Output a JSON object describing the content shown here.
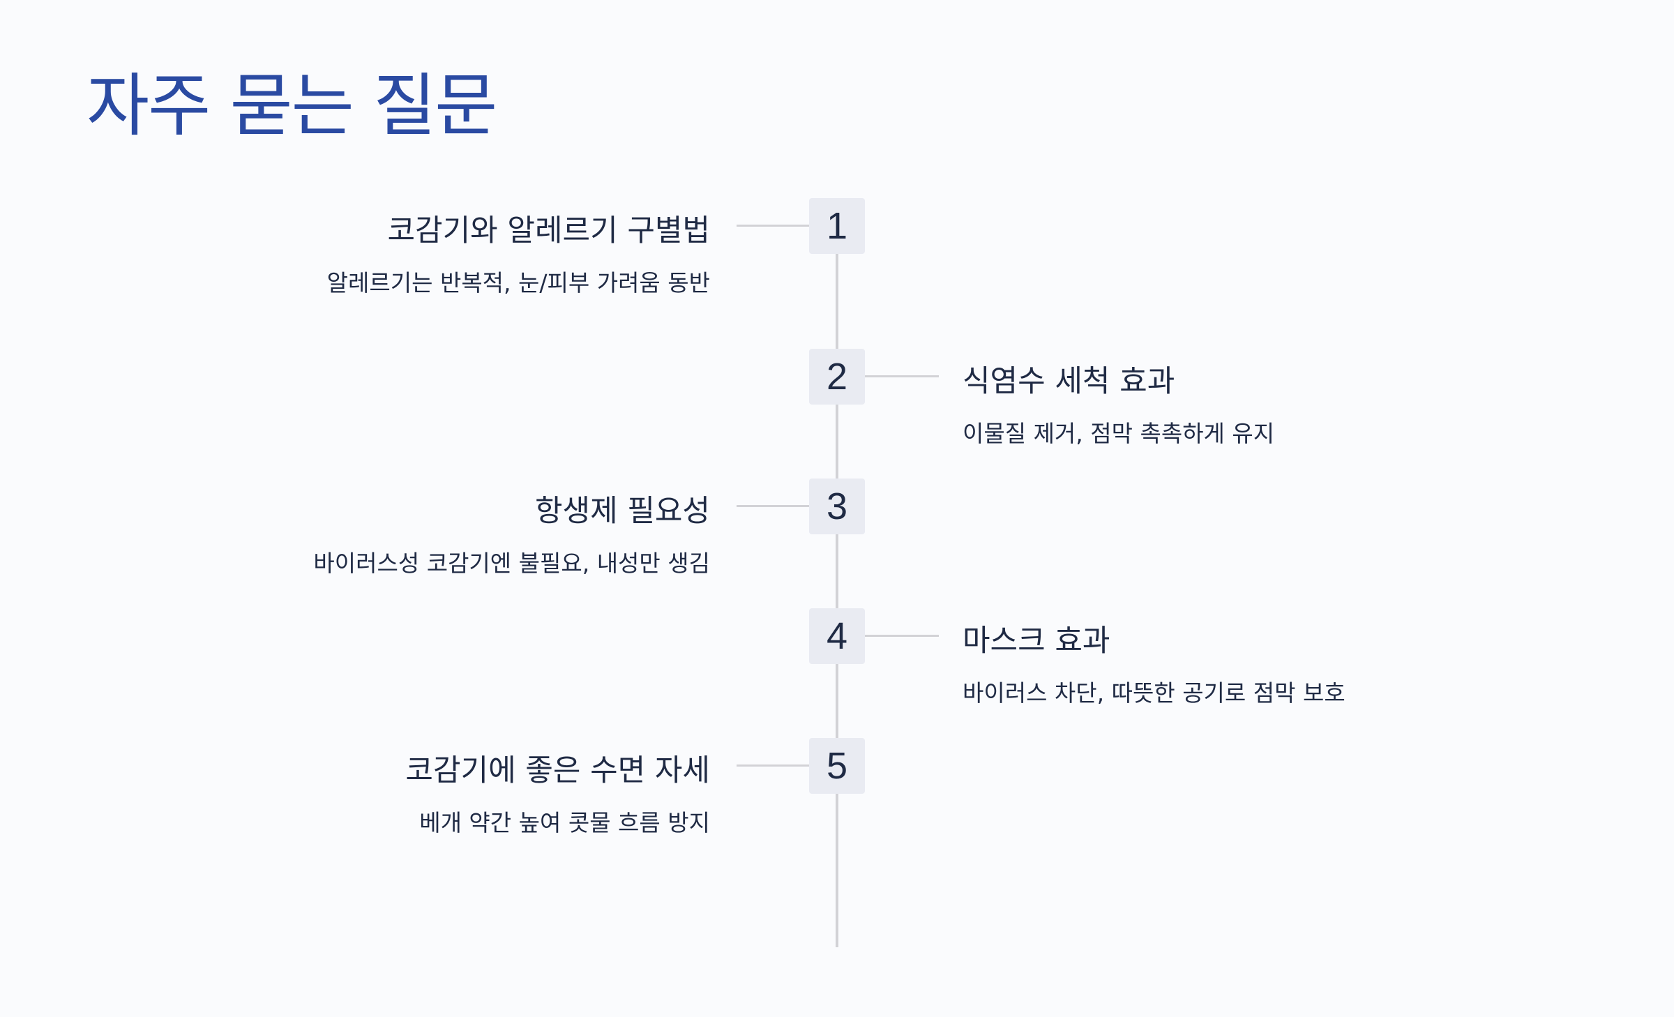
{
  "page": {
    "title": "자주 묻는 질문"
  },
  "faq": [
    {
      "number": "1",
      "title": "코감기와 알레르기 구별법",
      "description": "알레르기는 반복적, 눈/피부 가려움 동반",
      "side": "left"
    },
    {
      "number": "2",
      "title": "식염수 세척 효과",
      "description": "이물질 제거, 점막 촉촉하게 유지",
      "side": "right"
    },
    {
      "number": "3",
      "title": "항생제 필요성",
      "description": "바이러스성 코감기엔 불필요, 내성만 생김",
      "side": "left"
    },
    {
      "number": "4",
      "title": "마스크 효과",
      "description": "바이러스 차단, 따뜻한 공기로 점막 보호",
      "side": "right"
    },
    {
      "number": "5",
      "title": "코감기에 좋은 수면 자세",
      "description": "베개 약간 높여 콧물 흐름 방지",
      "side": "left"
    }
  ],
  "colors": {
    "title": "#2a4aa2",
    "text": "#1f2a44",
    "line": "#d2d2d6",
    "box": "#e9ebf2",
    "background": "#fafbfd"
  }
}
